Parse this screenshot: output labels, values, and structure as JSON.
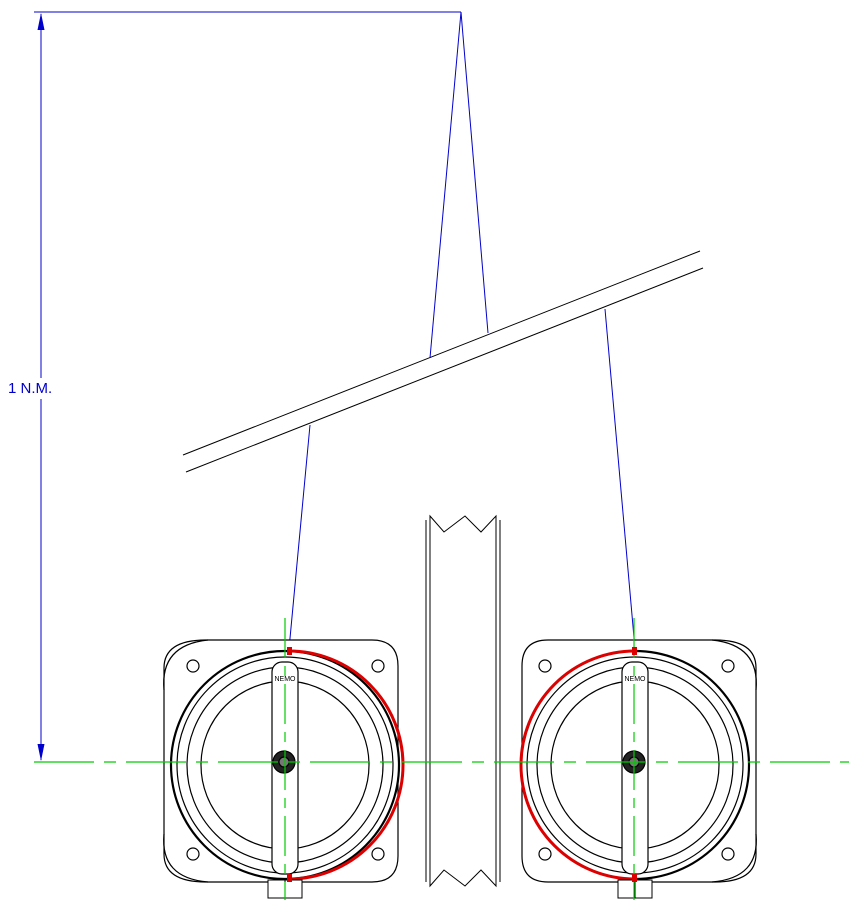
{
  "dimension": {
    "label": "1 N.M."
  },
  "lights": {
    "left": {
      "brand_text": "NEMO"
    },
    "right": {
      "brand_text": "NEMO"
    }
  },
  "colors": {
    "dimension_line": "#0000cc",
    "sight_line": "#0000cc",
    "centerline": "#00cc00",
    "sector_arc": "#dd0000",
    "outline": "#000000",
    "background": "#ffffff"
  }
}
